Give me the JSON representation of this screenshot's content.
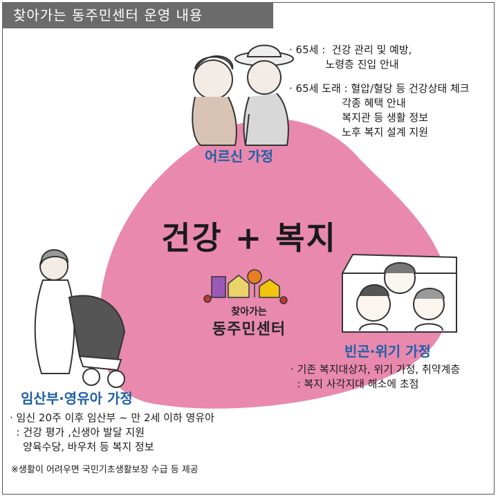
{
  "header": {
    "title": "찾아가는 동주민센터 운영 내용"
  },
  "center": {
    "slogan": "건강 + 복지",
    "logo_line1": "찾아가는",
    "logo_line2": "동주민센터"
  },
  "groups": {
    "elderly": {
      "label": "어르신 가정",
      "note_65": "· 65세 :  건강 관리 및 예방,\n           노령층 진입 안내",
      "note_65_near": "· 65세 도래 : 혈압/혈당 등 건강상태 체크\n                각종 혜택 안내\n                복지관 등 생활 정보\n                노후 복지 설계 지원"
    },
    "low_income": {
      "label": "빈곤·위기 가정",
      "note": "· 기존 복지대상자, 위기 가정, 취약계층\n  : 복지 사각지대 해소에 초점"
    },
    "maternity": {
      "label": "임산부·영유아 가정",
      "note": "· 임신 20주 이후 임산부 ~ 만 2세 이하 영유아\n  : 건강 평가 ,신생아 발달 지원\n    양육수당, 바우처 등 복지 정보",
      "footnote": "※생활이 어려우면 국민기초생활보장 수급 등 제공"
    }
  },
  "colors": {
    "blob": "#e889ad",
    "label_blue": "#1f5fa8",
    "title_bg": "#6b6b6b"
  },
  "icons": [
    "elderly-couple-illustration",
    "family-window-illustration",
    "pregnant-woman-stroller-illustration",
    "village-logo-icon"
  ]
}
